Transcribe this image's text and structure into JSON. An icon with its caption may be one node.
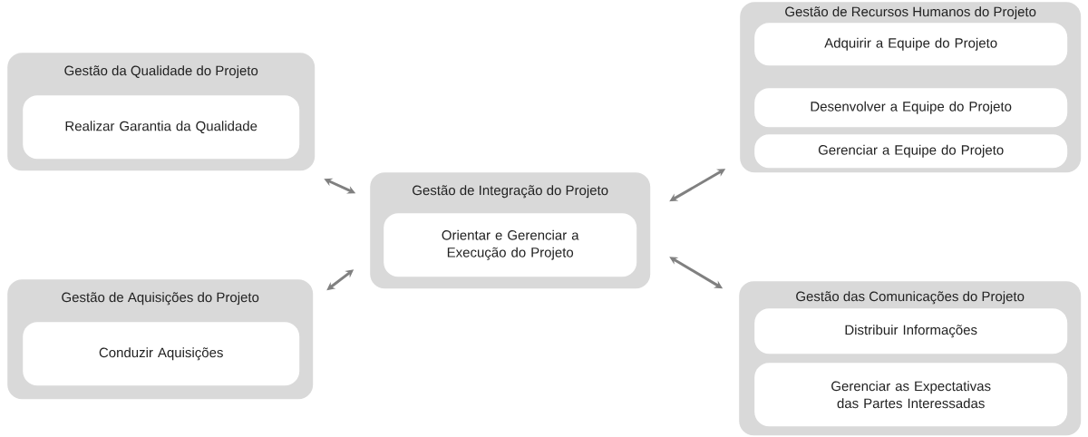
{
  "diagram": {
    "nodes": [
      {
        "text": [
          "Gestão da Qualidade do Projeto"
        ]
      },
      {
        "text": [
          "Realizar Garantia da Qualidade"
        ],
        "in": 0
      },
      {
        "text": [
          "Gestão de Recursos Humanos do Projeto"
        ]
      },
      {
        "text": [
          "Adquirir a Equipe do Projeto"
        ],
        "in": 2
      },
      {
        "text": [
          "Desenvolver a Equipe do Projeto"
        ],
        "in": 2
      },
      {
        "text": [
          "Gerenciar a Equipe do Projeto"
        ],
        "in": 2
      },
      {
        "text": [
          "Gestão de Integração do Projeto"
        ]
      },
      {
        "text": [
          "Orientar e Gerenciar a Execução do Projeto"
        ],
        "in": 6
      },
      {
        "text": [
          "Gestão de Aquisições do Projeto"
        ]
      },
      {
        "text": [
          "Conduzir Aquisições"
        ],
        "in": 8
      },
      {
        "text": [
          "Gestão das Comunicações do Projeto"
        ]
      },
      {
        "text": [
          "Distribuir Informações"
        ],
        "in": 10
      },
      {
        "text": [
          "Gerenciar as Expectativas das Partes Interessadas"
        ],
        "in": 10
      }
    ],
    "edges": [
      {
        "from": 6,
        "to": 0,
        "arrow": "both"
      },
      {
        "from": 6,
        "to": 2,
        "arrow": "both"
      },
      {
        "from": 6,
        "to": 8,
        "arrow": "both"
      },
      {
        "from": 6,
        "to": 10,
        "arrow": "both"
      }
    ]
  }
}
